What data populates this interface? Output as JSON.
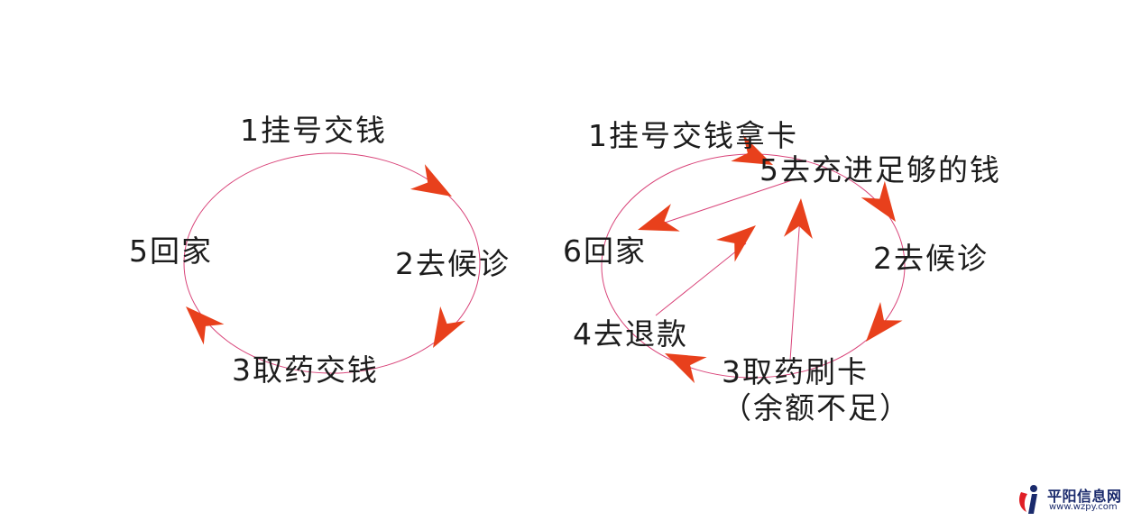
{
  "left_flow": {
    "step1": "1挂号交钱",
    "step2": "2去候诊",
    "step3": "3取药交钱",
    "step5": "5回家"
  },
  "right_flow": {
    "step1": "1挂号交钱拿卡",
    "step2": "2去候诊",
    "step3_line1": "3取药刷卡",
    "step3_line2": "（余额不足）",
    "step4": "4去退款",
    "step5": "5去充进足够的钱",
    "step6": "6回家"
  },
  "watermark": {
    "title": "平阳信息网",
    "url": "www.wzpy.com"
  },
  "colors": {
    "loop_line": "#d9457a",
    "arrowhead": "#e8401c",
    "text": "#1c1c1c",
    "watermark_text": "#1a2a6c",
    "logo_red": "#e01f26"
  }
}
